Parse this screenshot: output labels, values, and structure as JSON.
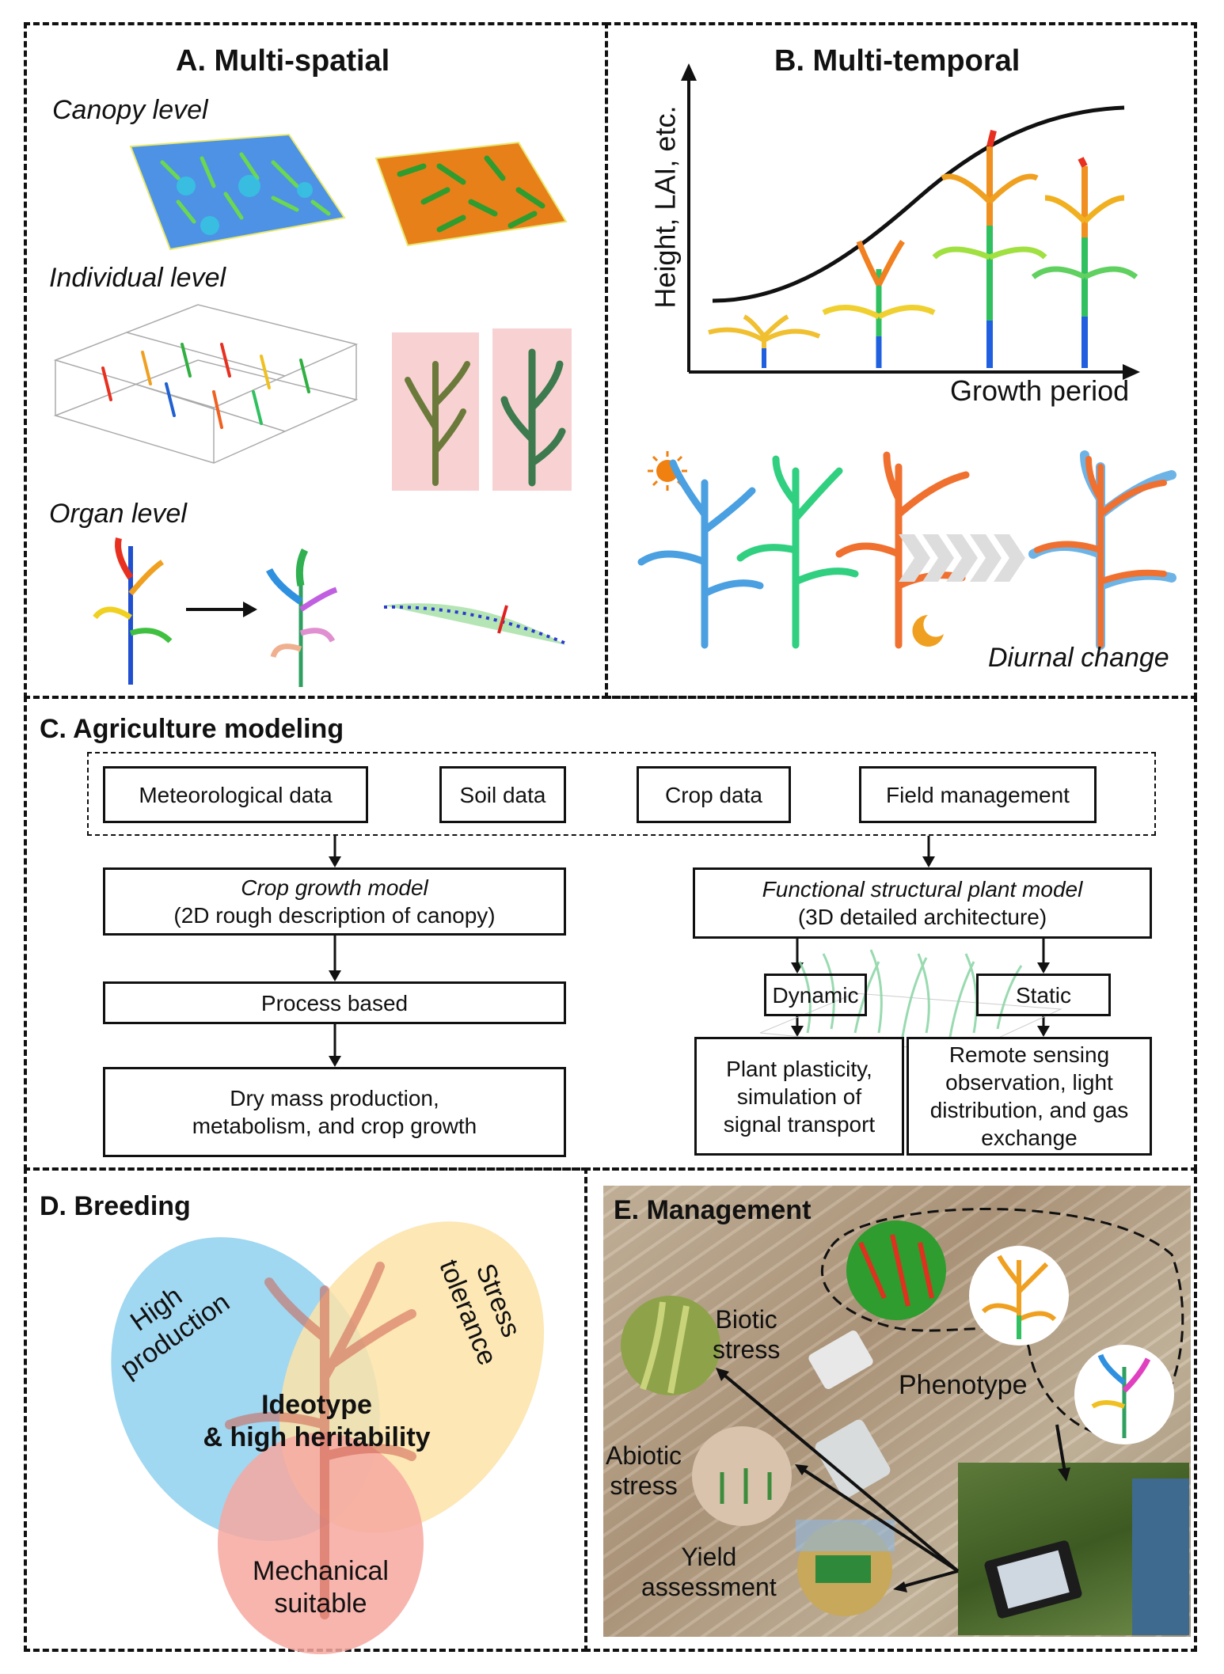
{
  "panelA": {
    "title": "A. Multi-spatial",
    "canopy": "Canopy level",
    "individual": "Individual level",
    "organ": "Organ level"
  },
  "panelB": {
    "title": "B. Multi-temporal",
    "yaxis": "Height, LAI, etc.",
    "xaxis": "Growth period",
    "diurnal": "Diurnal change"
  },
  "panelC": {
    "title": "C. Agriculture modeling",
    "inputs": [
      "Meteorological data",
      "Soil data",
      "Crop data",
      "Field management"
    ],
    "cgm_title": "Crop growth model",
    "cgm_sub": "(2D rough description of canopy)",
    "process": "Process based",
    "dry_mass_1": "Dry mass production,",
    "dry_mass_2": "metabolism, and crop growth",
    "fspm_title": "Functional structural plant model",
    "fspm_sub": "(3D detailed architecture)",
    "dynamic": "Dynamic",
    "static": "Static",
    "plasticity_1": "Plant plasticity,",
    "plasticity_2": "simulation of",
    "plasticity_3": "signal transport",
    "remote_1": "Remote sensing",
    "remote_2": "observation, light",
    "remote_3": "distribution, and gas",
    "remote_4": "exchange"
  },
  "panelD": {
    "title": "D. Breeding",
    "high_1": "High",
    "high_2": "production",
    "stress_1": "Stress",
    "stress_2": "tolerance",
    "ideotype_1": "Ideotype",
    "ideotype_2": "& high heritability",
    "mech_1": "Mechanical",
    "mech_2": "suitable"
  },
  "panelE": {
    "title": "E. Management",
    "biotic_1": "Biotic",
    "biotic_2": "stress",
    "phenotype": "Phenotype",
    "abiotic_1": "Abiotic",
    "abiotic_2": "stress",
    "yield_1": "Yield",
    "yield_2": "assessment"
  },
  "colors": {
    "blue_ellipse": "#8fd0ee",
    "yellow_ellipse": "#fbe3a8",
    "red_ellipse": "#f6a8a0",
    "field_bg": "#b9a58c"
  }
}
